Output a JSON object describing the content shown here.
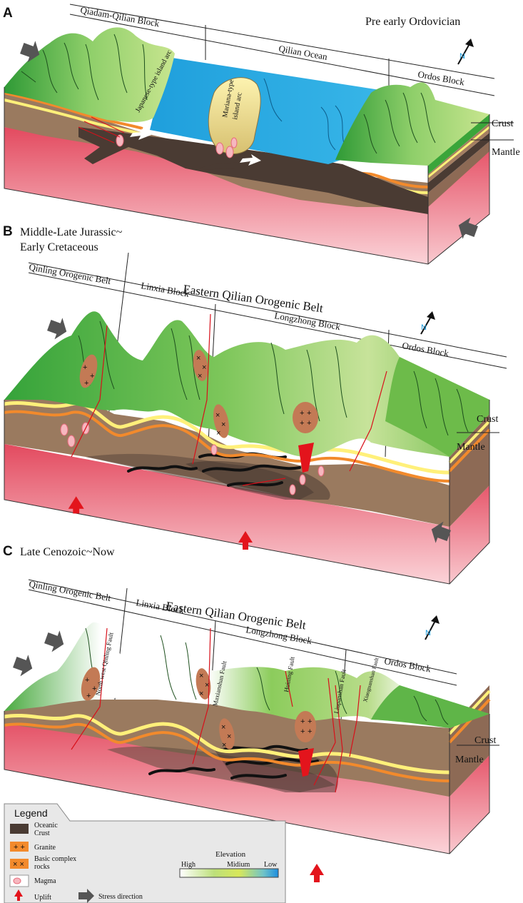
{
  "panels": [
    {
      "letter": "A",
      "title": "Pre early Ordovician",
      "blocks": [
        "Qiadam-Qilian Block",
        "Qilian Ocean",
        "Ordos Block"
      ],
      "features": [
        "Japanese-type island arc",
        "Mariana-type",
        "island arc"
      ],
      "layers": [
        "Crust",
        "Mantle"
      ]
    },
    {
      "letter": "B",
      "title_line1": "Middle-Late Jurassic~",
      "title_line2": "Early Cretaceous",
      "belt": "Eastern Qilian Orogenic Belt",
      "blocks": [
        "Qinling Orogenic Belt",
        "Linxia Block",
        "Longzhong Block",
        "Ordos Block"
      ],
      "layers": [
        "Crust",
        "Mantle"
      ]
    },
    {
      "letter": "C",
      "title": "Late Cenozoic~Now",
      "belt": "Eastern Qilian Orogenic Belt",
      "blocks": [
        "Qinling Orogenic Belt",
        "Linxia Block",
        "Longzhong Block",
        "Ordos Block"
      ],
      "faults": [
        "North west Qinling Fault",
        "Maxianshan Fault",
        "Huining Fault",
        "Liupanshan Fault",
        "Xiaoguanshan Fault"
      ],
      "layers": [
        "Crust",
        "Mantle"
      ]
    }
  ],
  "north_label": "N",
  "legend": {
    "title": "Legend",
    "oceanic_crust_1": "Oceanic",
    "oceanic_crust_2": "Crust",
    "granite": "Granite",
    "basic_1": "Basic complex",
    "basic_2": "rocks",
    "magma": "Magma",
    "uplift": "Uplift",
    "stress": "Stress direction",
    "elevation_title": "Elevation",
    "elev_high": "High",
    "elev_mid": "Midium",
    "elev_low": "Low",
    "granite_symbol": "+ +",
    "basic_symbol": "× ×"
  },
  "colors": {
    "mantle": "#f07e8c",
    "crust": "#9a7a5f",
    "oceanic_crust": "#4a3b33",
    "ocean": "#2ba8e0",
    "green_high": "#3aa53a",
    "green_mid": "#a8d36b",
    "yellow_band": "#fff07a",
    "orange_band": "#f28a2c",
    "uplift_red": "#e3141c",
    "granite": "#c37a55",
    "arrow_gray": "#555555"
  }
}
